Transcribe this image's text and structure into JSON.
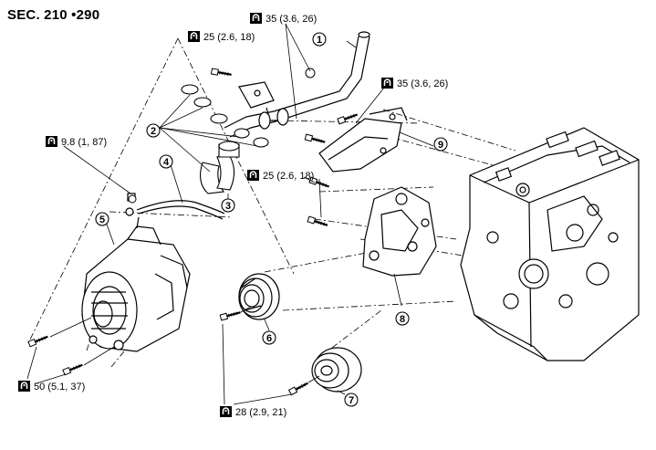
{
  "section_title": "SEC. 210 •290",
  "torque_specs": [
    {
      "id": "t1",
      "value": "25 (2.6, 18)"
    },
    {
      "id": "t2",
      "value": "35 (3.6, 26)"
    },
    {
      "id": "t3",
      "value": "35 (3.6, 26)"
    },
    {
      "id": "t4",
      "value": "9.8 (1, 87)"
    },
    {
      "id": "t5",
      "value": "25 (2.6, 18)"
    },
    {
      "id": "t6",
      "value": "50 (5.1, 37)"
    },
    {
      "id": "t7",
      "value": "28 (2.9, 21)"
    }
  ],
  "callouts": [
    "1",
    "2",
    "3",
    "4",
    "5",
    "6",
    "7",
    "8",
    "9"
  ],
  "torque_icon": "torque-wrench-icon"
}
